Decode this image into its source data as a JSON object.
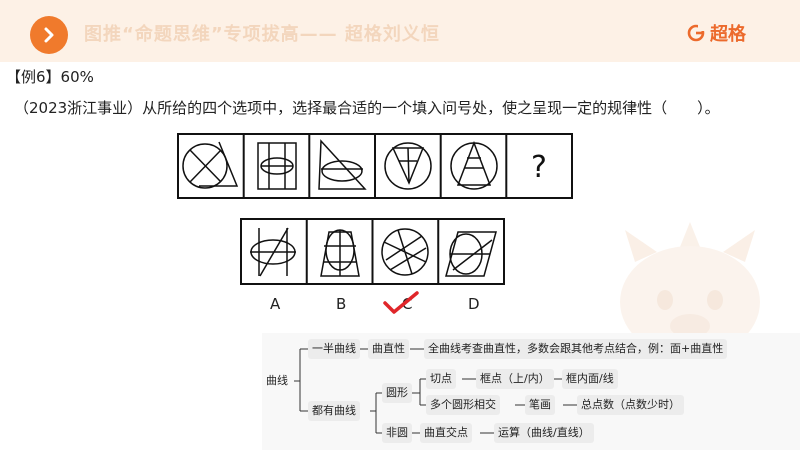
{
  "header": {
    "title": "图推“命题思维”专项拔高—— 超格刘义恒",
    "brand": "超格",
    "nav_icon": "chevron-right-icon",
    "brand_icon": "brand-logo-icon"
  },
  "question": {
    "example_label": "【例6】60%",
    "text": "（2023浙江事业）从所给的四个选项中，选择最合适的一个填入问号处，使之呈现一定的规律性（　　）。",
    "question_mark": "?",
    "options": [
      "A",
      "B",
      "C",
      "D"
    ],
    "marked_option": "C"
  },
  "mindmap": {
    "root": "曲线",
    "half_branch": "一半曲线",
    "half_tag": "曲直性",
    "half_note": "全曲线考查曲直性，多数会跟其他考点结合，例：面+曲直性",
    "all_branch": "都有曲线",
    "circle": "圆形",
    "tangent": "切点",
    "tangent_box": "框点（上/内）",
    "tangent_inner": "框内面/线",
    "intersect": "多个圆形相交",
    "strokes": "笔画",
    "total_points": "总点数（点数少时）",
    "noncircle": "非圆",
    "curve_straight_points": "曲直交点",
    "operation": "运算（曲线/直线）"
  },
  "colors": {
    "header_bg": "#fdf1e6",
    "accent": "#f07a2c",
    "header_title": "#f3d6bd",
    "check_mark": "#e0262a"
  }
}
